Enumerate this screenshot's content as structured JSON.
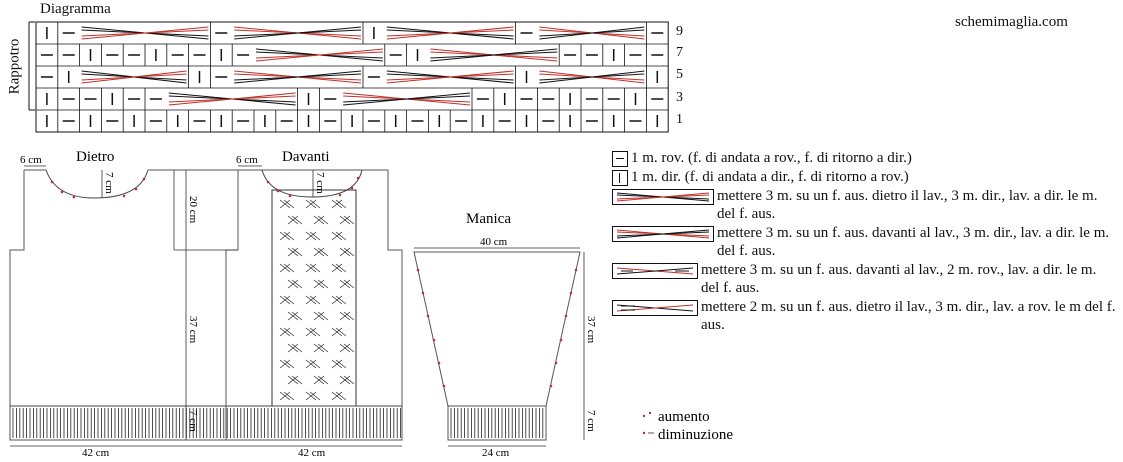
{
  "header": {
    "diagram_title": "Diagramma",
    "repeat_label": "Rappotro",
    "site": "schemimaglia.com"
  },
  "chart_rows": [
    "9",
    "7",
    "5",
    "3",
    "1"
  ],
  "pieces": {
    "back": {
      "title": "Dietro",
      "neck_width": "6 cm",
      "neck_depth": "7 cm",
      "armhole": "20 cm",
      "body": "37 cm",
      "rib": "7 cm",
      "width": "42 cm"
    },
    "front": {
      "title": "Davanti",
      "neck_width": "6 cm",
      "neck_depth": "7 cm",
      "width": "42 cm"
    },
    "sleeve": {
      "title": "Manica",
      "top_width": "40 cm",
      "length": "37 cm",
      "rib": "7 cm",
      "bottom_width": "24 cm"
    }
  },
  "legend": {
    "items": [
      {
        "symbol": "purl-symbol",
        "text": "1 m. rov. (f. di andata a rov., f. di ritorno a dir.)"
      },
      {
        "symbol": "knit-symbol",
        "text": "1 m. dir. (f. di andata a dir., f. di ritorno a rov.)"
      },
      {
        "symbol": "cable-3-3-back-symbol",
        "text": "mettere 3 m. su un f. aus. dietro il lav., 3 m. dir., lav. a dir. le m. del f. aus."
      },
      {
        "symbol": "cable-3-3-front-symbol",
        "text": "mettere 3 m. su un f. aus. davanti al lav., 3 m. dir., lav. a dir. le m. del f. aus."
      },
      {
        "symbol": "cable-3-2-front-symbol",
        "text": "mettere 3 m. su un f. aus. davanti al lav., 2 m. rov., lav. a dir. le m. del f. aus."
      },
      {
        "symbol": "cable-2-3-back-symbol",
        "text": "mettere 2 m. su un f. aus. dietro il lav., 3 m. dir., lav. a rov. le m del f. aus."
      }
    ],
    "marks": [
      {
        "symbol": "increase-mark",
        "text": "aumento"
      },
      {
        "symbol": "decrease-mark",
        "text": "diminuzione"
      }
    ]
  },
  "colors": {
    "red": "#c0302a",
    "line": "#111111"
  }
}
